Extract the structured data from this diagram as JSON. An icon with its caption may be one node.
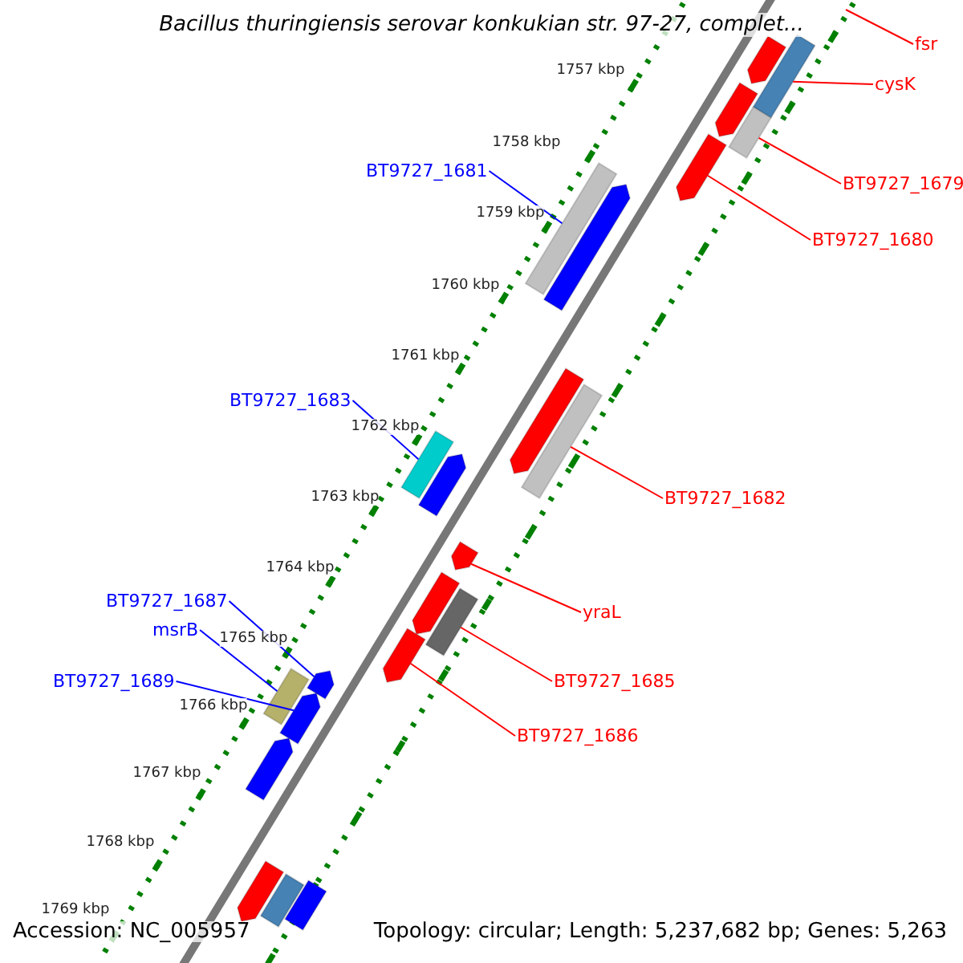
{
  "diagram": {
    "title": "Bacillus thuringiensis serovar konkukian str. 97-27, complet...",
    "nodes": [
      {
        "text": [
          "fsr"
        ]
      },
      {
        "text": [
          "cysK"
        ]
      },
      {
        "text": [
          "BT9727_1681"
        ]
      },
      {
        "text": [
          "BT9727_1679"
        ]
      },
      {
        "text": [
          "BT9727_1680"
        ]
      },
      {
        "text": [
          "BT9727_1683"
        ]
      },
      {
        "text": [
          "BT9727_1682"
        ]
      },
      {
        "text": [
          "BT9727_1687"
        ]
      },
      {
        "text": [
          "yraL"
        ]
      },
      {
        "text": [
          "msrB"
        ]
      },
      {
        "text": [
          "BT9727_1685"
        ]
      },
      {
        "text": [
          "BT9727_1689"
        ]
      },
      {
        "text": [
          "BT9727_1686"
        ]
      },
      {
        "text": [],
        "shape": "pentagon"
      },
      {
        "text": [],
        "shape": "box"
      },
      {
        "text": [],
        "shape": "pentagon"
      },
      {
        "text": [],
        "shape": "box"
      },
      {
        "text": [],
        "shape": "pentagon"
      },
      {
        "text": [],
        "shape": "box"
      },
      {
        "text": [],
        "shape": "pentagon"
      },
      {
        "text": [],
        "shape": "pentagon"
      },
      {
        "text": [],
        "shape": "box"
      },
      {
        "text": [],
        "shape": "box"
      },
      {
        "text": [],
        "shape": "pentagon"
      },
      {
        "text": [],
        "shape": "pentagon"
      },
      {
        "text": [],
        "shape": "pentagon"
      },
      {
        "text": [],
        "shape": "box"
      },
      {
        "text": [],
        "shape": "pentagon"
      },
      {
        "text": [],
        "shape": "pentagon"
      },
      {
        "text": [],
        "shape": "box"
      },
      {
        "text": [],
        "shape": "pentagon"
      },
      {
        "text": [],
        "shape": "pentagon"
      },
      {
        "text": [],
        "shape": "pentagon"
      },
      {
        "text": [],
        "shape": "box"
      },
      {
        "text": [],
        "shape": "box"
      }
    ],
    "edges": [
      {
        "from": 0,
        "to": null,
        "arrow": "none"
      },
      {
        "from": 1,
        "to": 14,
        "arrow": "none"
      },
      {
        "from": 2,
        "to": 18,
        "arrow": "none",
        "color": "#0000ff"
      },
      {
        "from": 3,
        "to": 16,
        "arrow": "none"
      },
      {
        "from": 4,
        "to": 17,
        "arrow": "none"
      },
      {
        "from": 5,
        "to": 22,
        "arrow": "none",
        "color": "#0000ff"
      },
      {
        "from": 6,
        "to": 21,
        "arrow": "none"
      },
      {
        "from": 7,
        "to": 28,
        "arrow": "none",
        "color": "#0000ff"
      },
      {
        "from": 8,
        "to": 24,
        "arrow": "none"
      },
      {
        "from": 9,
        "to": 29,
        "arrow": "none",
        "color": "#0000ff"
      },
      {
        "from": 10,
        "to": 26,
        "arrow": "none"
      },
      {
        "from": 11,
        "to": 30,
        "arrow": "none",
        "color": "#0000ff"
      },
      {
        "from": 12,
        "to": 27,
        "arrow": "none"
      }
    ],
    "labels": [
      "1757 kbp",
      "1758 kbp",
      "1759 kbp",
      "1760 kbp",
      "1761 kbp",
      "1762 kbp",
      "1763 kbp",
      "1764 kbp",
      "1765 kbp",
      "1766 kbp",
      "1767 kbp",
      "1768 kbp",
      "1769 kbp",
      "Accession: NC_005957",
      "Topology: circular; Length: 5,237,682 bp; Genes: 5,263"
    ]
  }
}
